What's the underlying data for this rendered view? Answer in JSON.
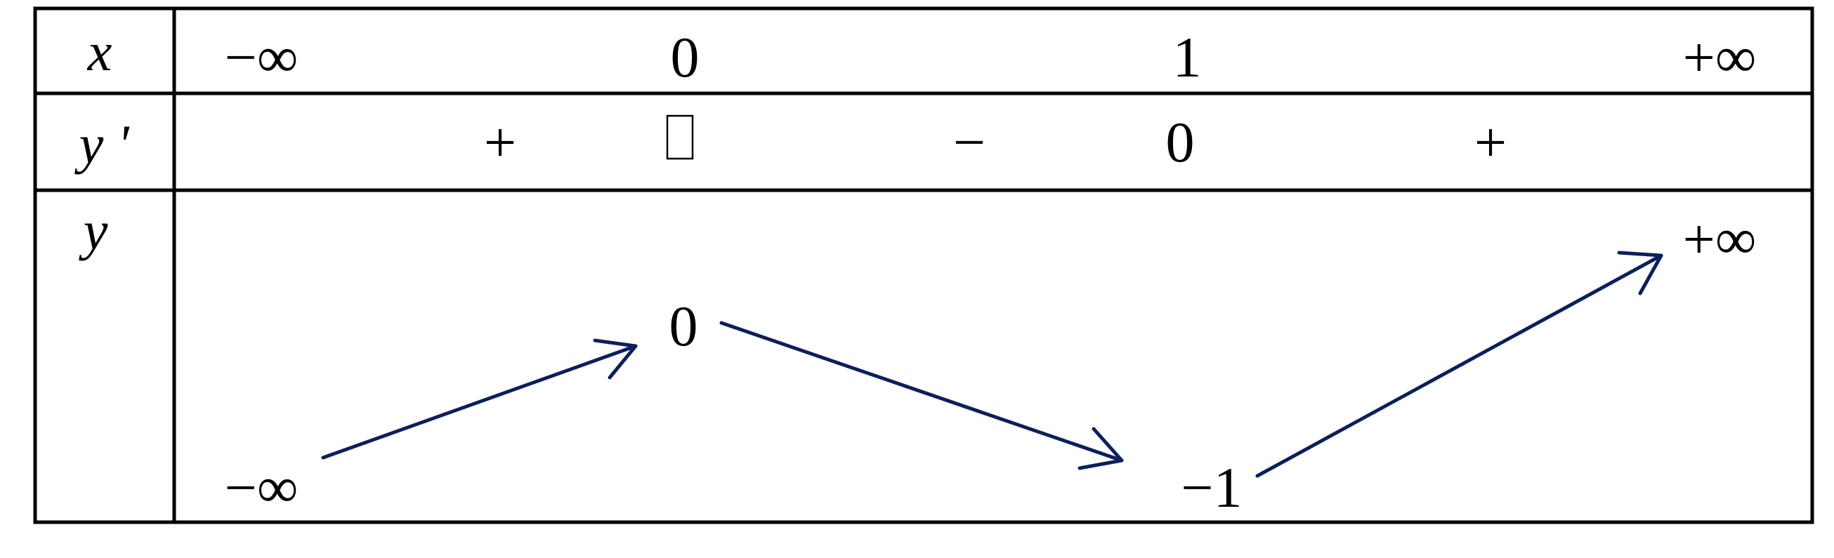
{
  "colors": {
    "border": "#000000",
    "arrow": "#0b1f5c"
  },
  "rows": {
    "x_label": "x",
    "yprime_label": "y '",
    "y_label": "y"
  },
  "x_values": [
    "−∞",
    "0",
    "1",
    "+∞"
  ],
  "derivative": {
    "sign_1": "+",
    "at_0": "▯",
    "sign_2": "−",
    "at_1": "0",
    "sign_3": "+"
  },
  "y_values": {
    "start": "−∞",
    "local_max": "0",
    "local_min": "−1",
    "end": "+∞"
  },
  "arrows": [
    {
      "direction": "increasing"
    },
    {
      "direction": "decreasing"
    },
    {
      "direction": "increasing"
    }
  ]
}
